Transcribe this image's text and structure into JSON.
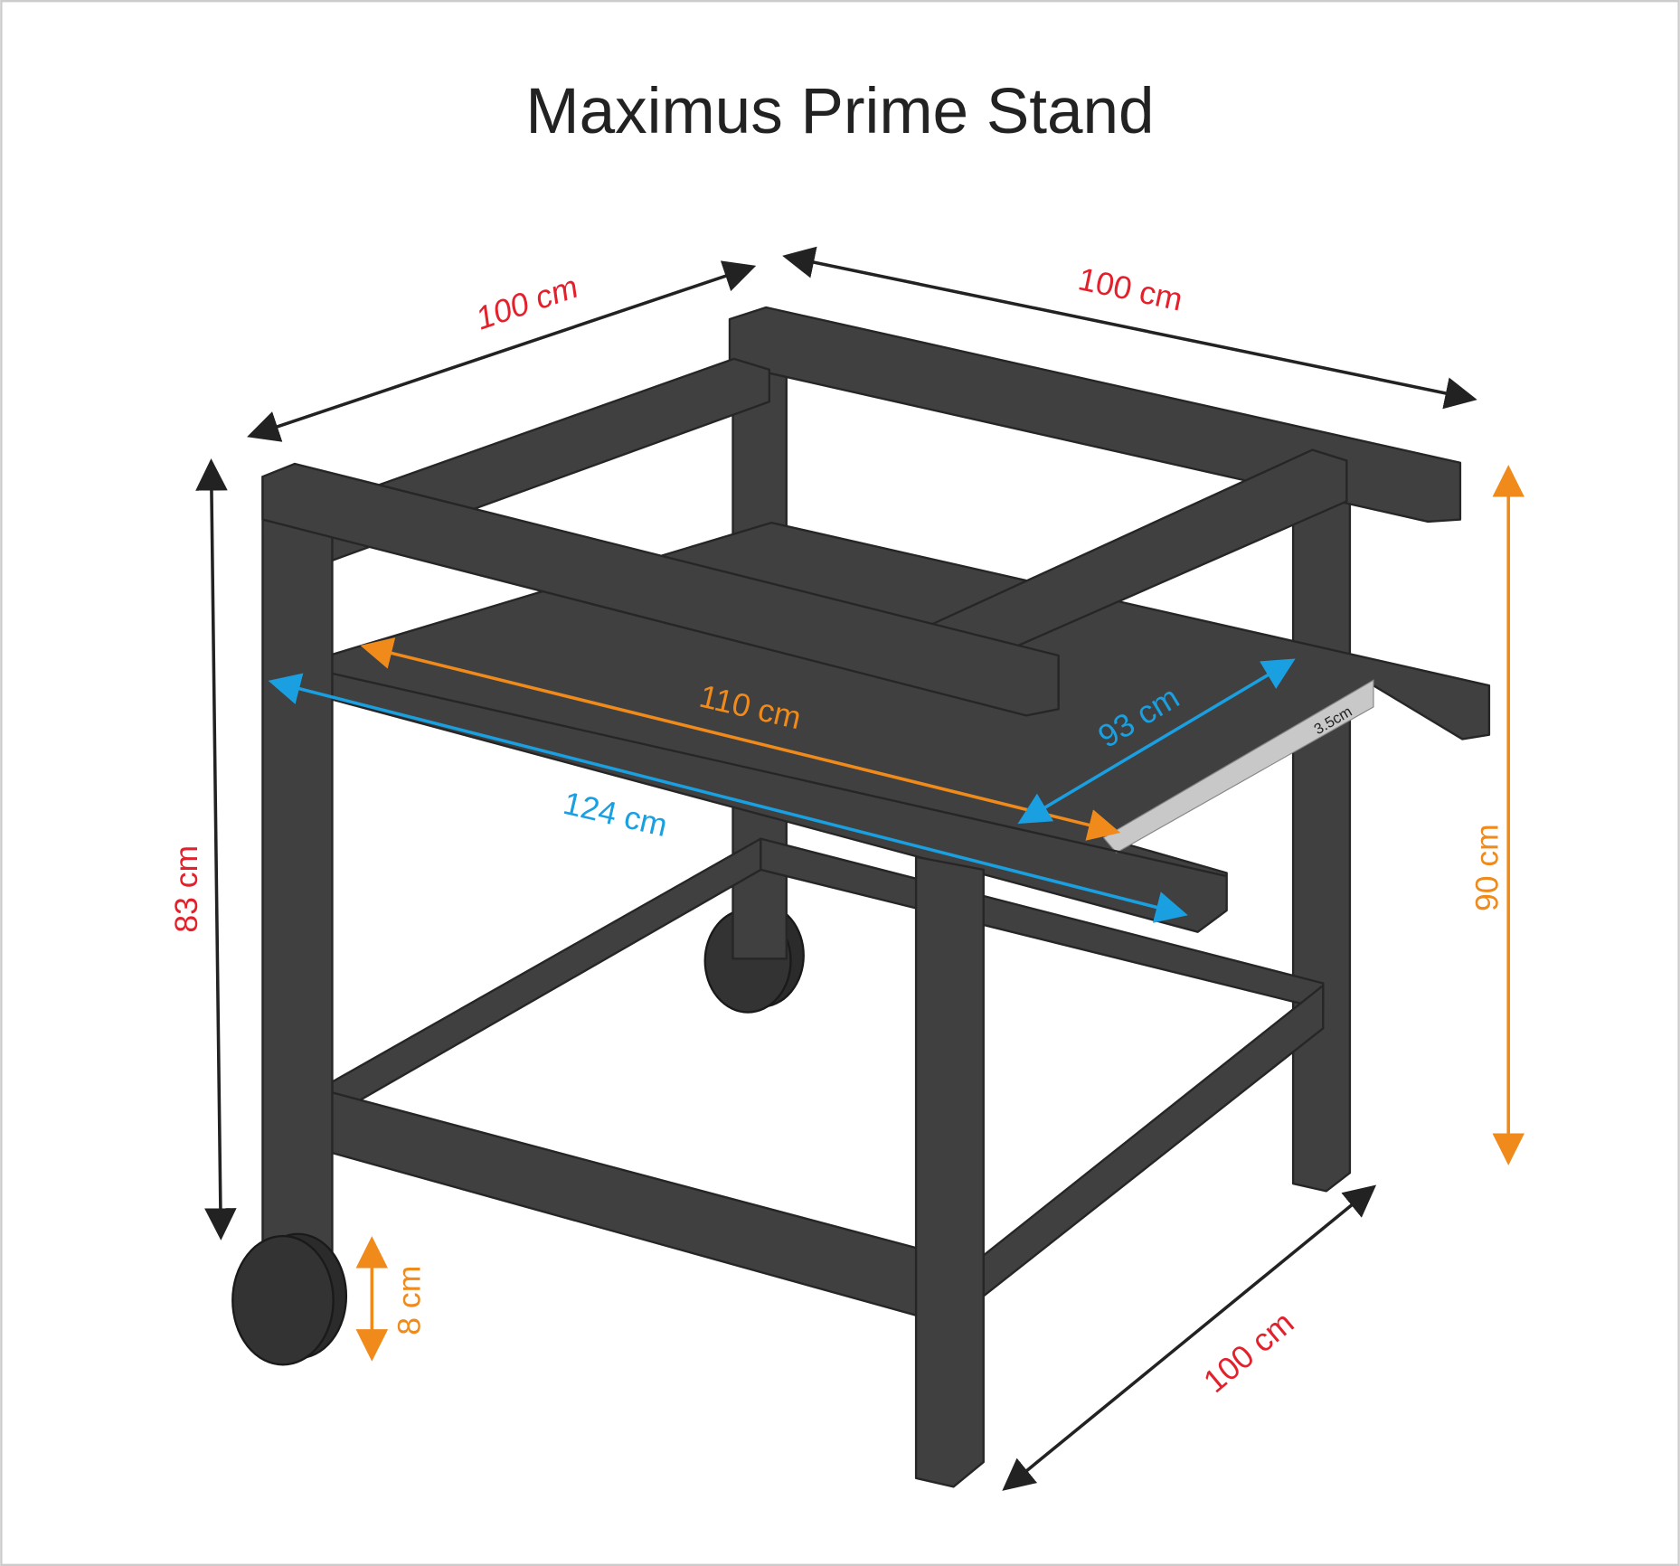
{
  "title": "Maximus Prime Stand",
  "colors": {
    "frame": "#404040",
    "red": "#e3212d",
    "orange": "#ef8a1b",
    "blue": "#1a9fe0",
    "edge": "#c8c8c8"
  },
  "dimensions": {
    "top_left_depth": "100 cm",
    "top_back_width": "100 cm",
    "bottom_depth": "100 cm",
    "left_height": "83 cm",
    "right_height": "90 cm",
    "wheel": "8 cm",
    "shelf_length": "110 cm",
    "shelf_depth": "93 cm",
    "front_rail": "124 cm",
    "shelf_thickness": "3.5cm"
  }
}
